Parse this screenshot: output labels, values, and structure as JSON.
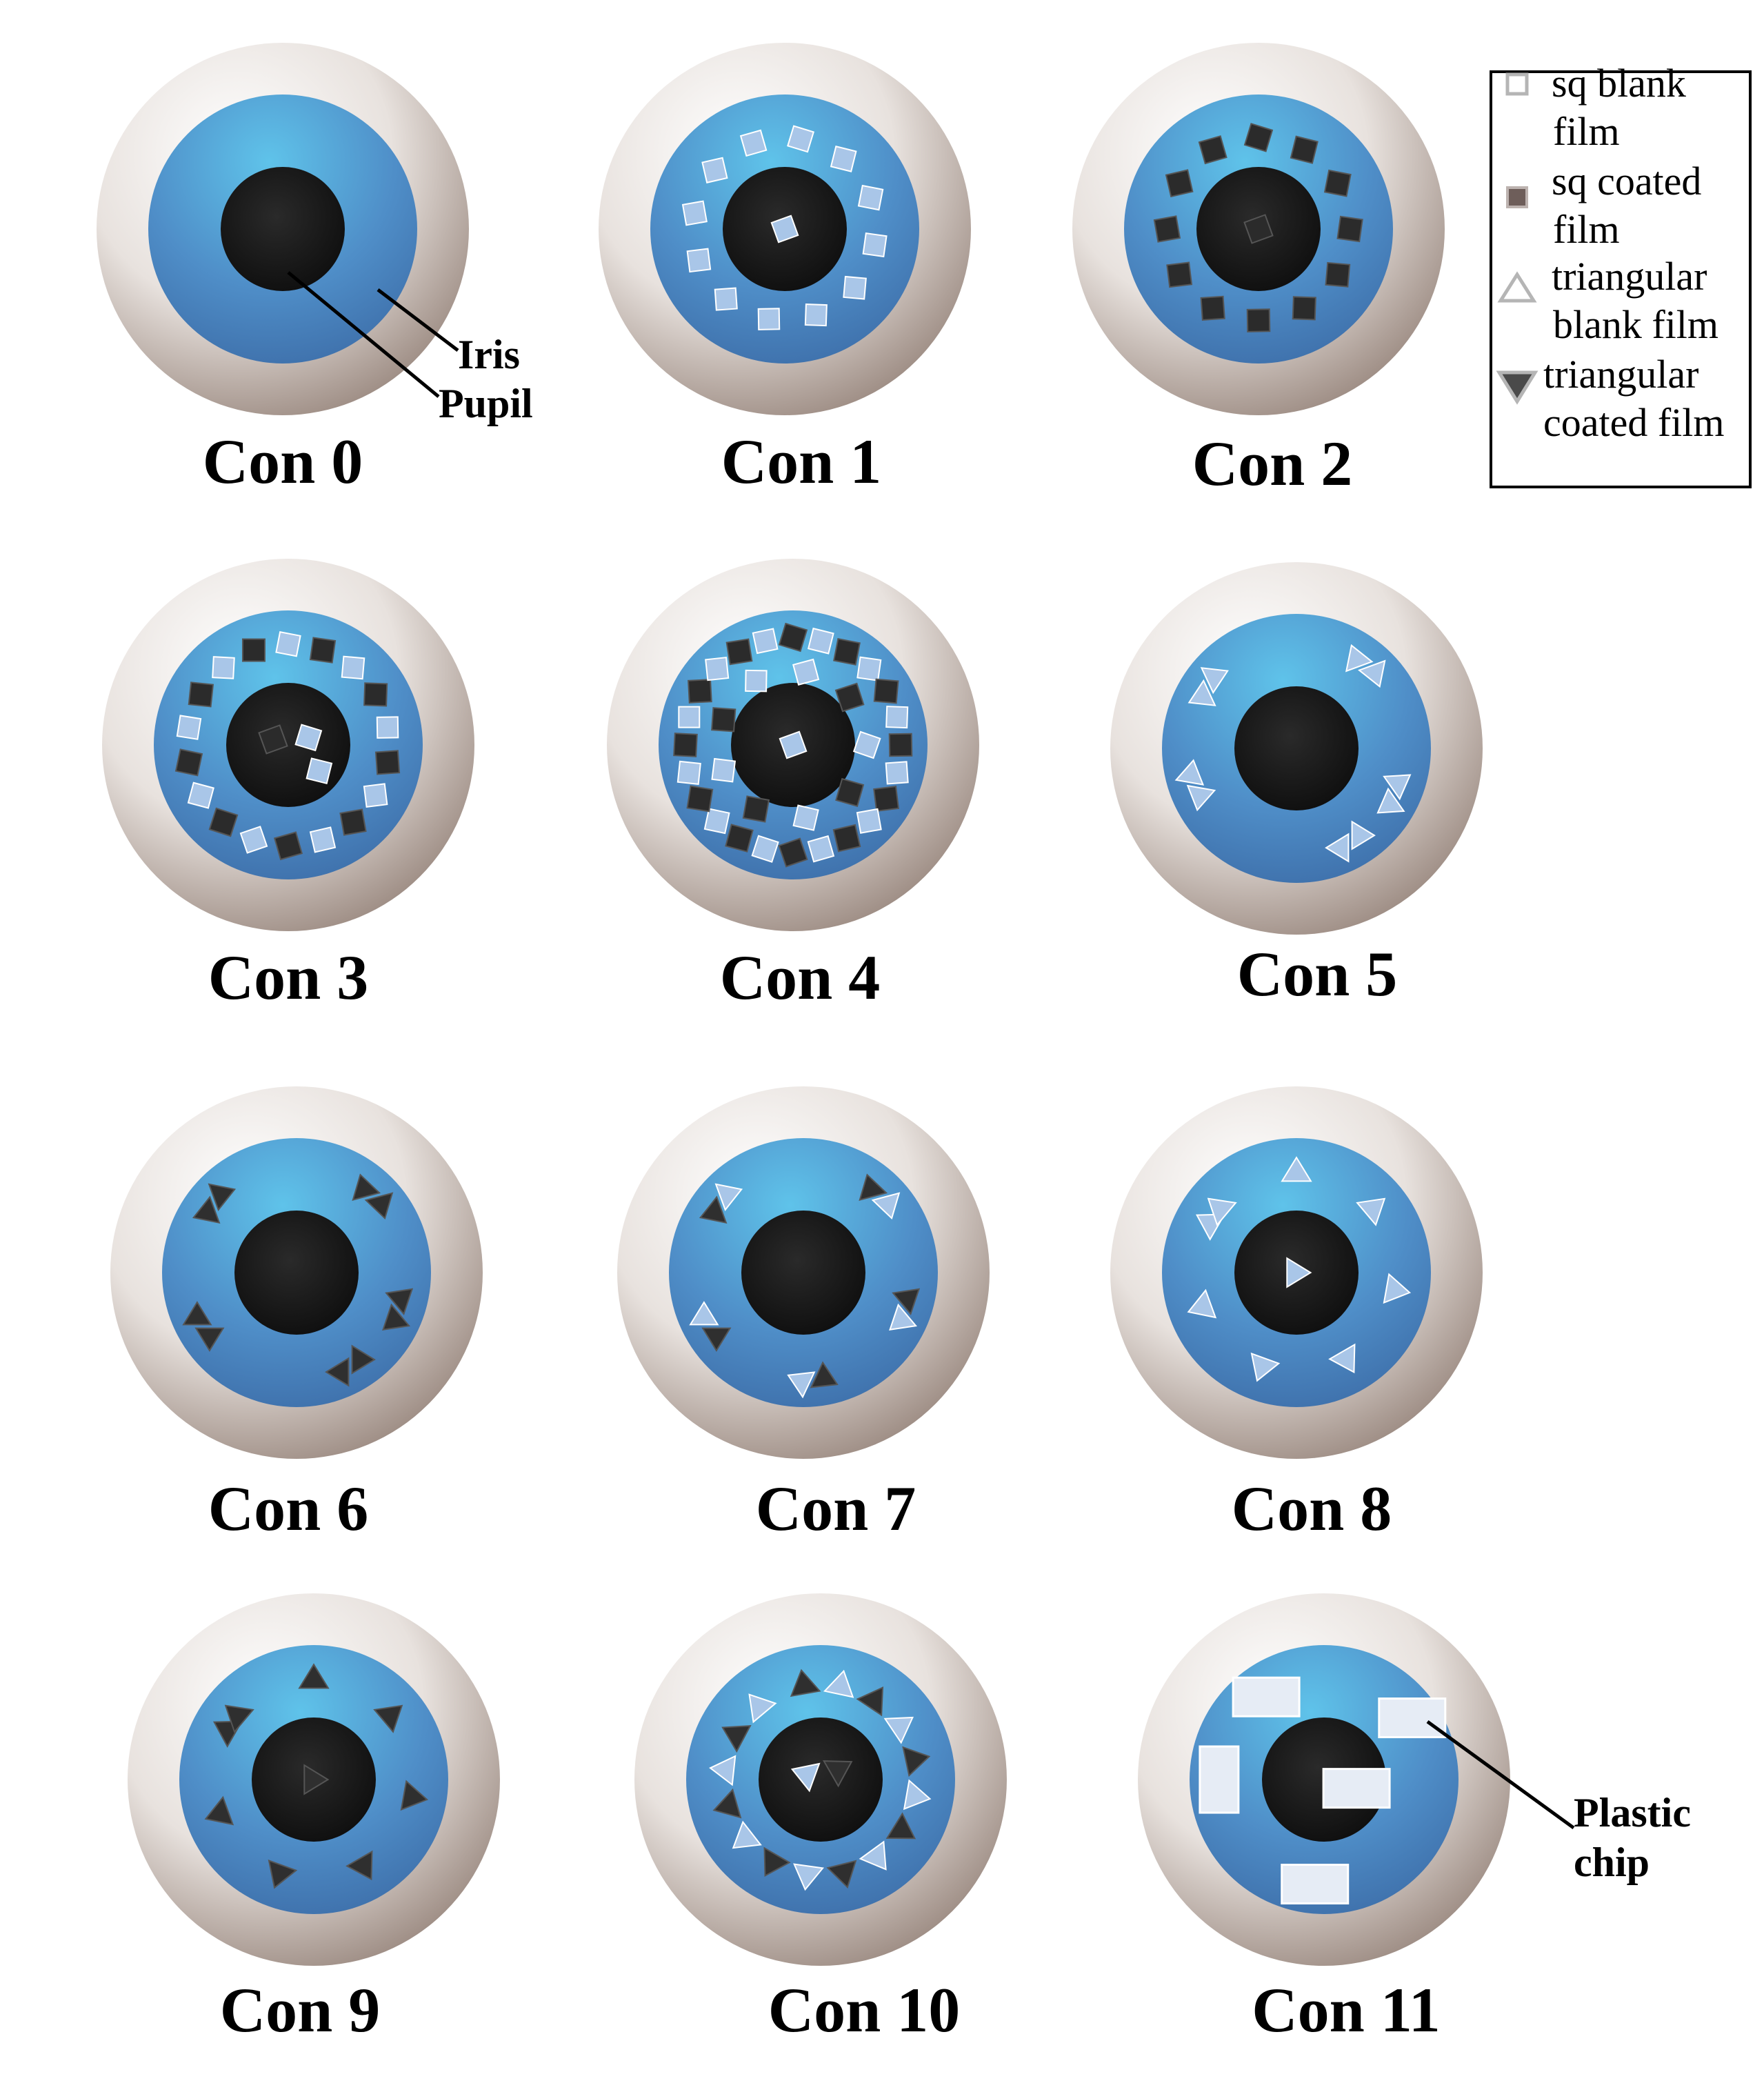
{
  "figure": {
    "eyes": [
      {
        "label": "Con 0",
        "markers": []
      },
      {
        "label": "Con 1",
        "markers": [
          {
            "t": "sq-blank",
            "a": 0,
            "r": 0
          },
          {
            "t": "sq-blank",
            "a": -80,
            "r": 0.68
          },
          {
            "t": "sq-blank",
            "a": -50,
            "r": 0.68
          },
          {
            "t": "sq-blank",
            "a": -20,
            "r": 0.68
          },
          {
            "t": "sq-blank",
            "a": 10,
            "r": 0.68
          },
          {
            "t": "sq-blank",
            "a": 40,
            "r": 0.68
          },
          {
            "t": "sq-blank",
            "a": 70,
            "r": 0.68
          },
          {
            "t": "sq-blank",
            "a": 100,
            "r": 0.68
          },
          {
            "t": "sq-blank",
            "a": 130,
            "r": 0.68
          },
          {
            "t": "sq-blank",
            "a": 160,
            "r": 0.68
          },
          {
            "t": "sq-blank",
            "a": 190,
            "r": 0.68
          },
          {
            "t": "sq-blank",
            "a": 220,
            "r": 0.68
          },
          {
            "t": "sq-blank",
            "a": 250,
            "r": 0.68
          }
        ]
      },
      {
        "label": "Con 2",
        "markers": [
          {
            "t": "sq-coated",
            "a": 0,
            "r": 0
          },
          {
            "t": "sq-coated",
            "a": -90,
            "r": 0.68
          },
          {
            "t": "sq-coated",
            "a": -60,
            "r": 0.68
          },
          {
            "t": "sq-coated",
            "a": -30,
            "r": 0.68
          },
          {
            "t": "sq-coated",
            "a": 0,
            "r": 0.68
          },
          {
            "t": "sq-coated",
            "a": 30,
            "r": 0.68
          },
          {
            "t": "sq-coated",
            "a": 60,
            "r": 0.68
          },
          {
            "t": "sq-coated",
            "a": 90,
            "r": 0.68
          },
          {
            "t": "sq-coated",
            "a": 120,
            "r": 0.68
          },
          {
            "t": "sq-coated",
            "a": 150,
            "r": 0.68
          },
          {
            "t": "sq-coated",
            "a": 180,
            "r": 0.68
          },
          {
            "t": "sq-coated",
            "a": 210,
            "r": 0.68
          },
          {
            "t": "sq-coated",
            "a": 240,
            "r": 0.68
          }
        ]
      },
      {
        "label": "Con 3",
        "markers": [
          {
            "t": "sq-coated",
            "a": 200,
            "r": 0.12
          },
          {
            "t": "sq-blank",
            "a": -20,
            "r": 0.16
          },
          {
            "t": "sq-blank",
            "a": 40,
            "r": 0.3
          },
          {
            "t": "sq-blank",
            "a": -90,
            "r": 0.75
          },
          {
            "t": "sq-coated",
            "a": -70,
            "r": 0.75
          },
          {
            "t": "sq-blank",
            "a": -50,
            "r": 0.75
          },
          {
            "t": "sq-coated",
            "a": -30,
            "r": 0.75
          },
          {
            "t": "sq-blank",
            "a": -10,
            "r": 0.75
          },
          {
            "t": "sq-coated",
            "a": 10,
            "r": 0.75
          },
          {
            "t": "sq-blank",
            "a": 30,
            "r": 0.75
          },
          {
            "t": "sq-coated",
            "a": 50,
            "r": 0.75
          },
          {
            "t": "sq-blank",
            "a": 70,
            "r": 0.75
          },
          {
            "t": "sq-coated",
            "a": 90,
            "r": 0.75
          },
          {
            "t": "sq-blank",
            "a": 110,
            "r": 0.75
          },
          {
            "t": "sq-coated",
            "a": 130,
            "r": 0.75
          },
          {
            "t": "sq-blank",
            "a": 150,
            "r": 0.75
          },
          {
            "t": "sq-coated",
            "a": 170,
            "r": 0.75
          },
          {
            "t": "sq-blank",
            "a": 190,
            "r": 0.75
          },
          {
            "t": "sq-coated",
            "a": 210,
            "r": 0.75
          },
          {
            "t": "sq-blank",
            "a": 230,
            "r": 0.75
          },
          {
            "t": "sq-coated",
            "a": 250,
            "r": 0.75
          }
        ]
      },
      {
        "label": "Con 4",
        "markers": [
          {
            "t": "sq-blank",
            "a": 0,
            "r": 0
          },
          {
            "t": "sq-coated",
            "a": -90,
            "r": 0.8
          },
          {
            "t": "sq-blank",
            "a": -75,
            "r": 0.8
          },
          {
            "t": "sq-coated",
            "a": -60,
            "r": 0.8
          },
          {
            "t": "sq-blank",
            "a": -45,
            "r": 0.8
          },
          {
            "t": "sq-coated",
            "a": -30,
            "r": 0.8
          },
          {
            "t": "sq-blank",
            "a": -15,
            "r": 0.8
          },
          {
            "t": "sq-coated",
            "a": 0,
            "r": 0.8
          },
          {
            "t": "sq-blank",
            "a": 15,
            "r": 0.8
          },
          {
            "t": "sq-coated",
            "a": 30,
            "r": 0.8
          },
          {
            "t": "sq-blank",
            "a": 45,
            "r": 0.8
          },
          {
            "t": "sq-coated",
            "a": 60,
            "r": 0.8
          },
          {
            "t": "sq-blank",
            "a": 75,
            "r": 0.8
          },
          {
            "t": "sq-coated",
            "a": 90,
            "r": 0.8
          },
          {
            "t": "sq-blank",
            "a": 105,
            "r": 0.8
          },
          {
            "t": "sq-coated",
            "a": 120,
            "r": 0.8
          },
          {
            "t": "sq-blank",
            "a": 135,
            "r": 0.8
          },
          {
            "t": "sq-coated",
            "a": 150,
            "r": 0.8
          },
          {
            "t": "sq-blank",
            "a": 165,
            "r": 0.8
          },
          {
            "t": "sq-coated",
            "a": 180,
            "r": 0.8
          },
          {
            "t": "sq-blank",
            "a": 195,
            "r": 0.8
          },
          {
            "t": "sq-coated",
            "a": 210,
            "r": 0.8
          },
          {
            "t": "sq-blank",
            "a": 225,
            "r": 0.8
          },
          {
            "t": "sq-coated",
            "a": 240,
            "r": 0.8
          },
          {
            "t": "sq-blank",
            "a": 255,
            "r": 0.8
          },
          {
            "t": "sq-blank",
            "a": -80,
            "r": 0.55
          },
          {
            "t": "sq-coated",
            "a": -40,
            "r": 0.55
          },
          {
            "t": "sq-blank",
            "a": 0,
            "r": 0.55
          },
          {
            "t": "sq-coated",
            "a": 40,
            "r": 0.55
          },
          {
            "t": "sq-blank",
            "a": 80,
            "r": 0.55
          },
          {
            "t": "sq-coated",
            "a": 120,
            "r": 0.55
          },
          {
            "t": "sq-blank",
            "a": 160,
            "r": 0.55
          },
          {
            "t": "sq-coated",
            "a": 200,
            "r": 0.55
          },
          {
            "t": "sq-blank",
            "a": 240,
            "r": 0.55
          }
        ]
      },
      {
        "label": "Con 5",
        "markers": [
          {
            "t": "tri-blank-pair",
            "a": -145,
            "r": 0.8
          },
          {
            "t": "tri-blank-pair",
            "a": -50,
            "r": 0.8
          },
          {
            "t": "tri-blank-pair",
            "a": 25,
            "r": 0.8
          },
          {
            "t": "tri-blank-pair",
            "a": 60,
            "r": 0.8
          },
          {
            "t": "tri-blank-pair",
            "a": 160,
            "r": 0.8
          }
        ]
      },
      {
        "label": "Con 6",
        "markers": [
          {
            "t": "tri-coated-pair",
            "a": -140,
            "r": 0.8
          },
          {
            "t": "tri-coated-pair",
            "a": -45,
            "r": 0.8
          },
          {
            "t": "tri-coated-pair",
            "a": 20,
            "r": 0.8
          },
          {
            "t": "tri-coated-pair",
            "a": 60,
            "r": 0.8
          },
          {
            "t": "tri-coated-pair",
            "a": 150,
            "r": 0.8
          }
        ]
      },
      {
        "label": "Con 7",
        "markers": [
          {
            "t": "tri-mixed-pair",
            "a": -140,
            "r": 0.8
          },
          {
            "t": "tri-mixed-pair",
            "a": -45,
            "r": 0.8
          },
          {
            "t": "tri-mixed-pair",
            "a": 20,
            "r": 0.8
          },
          {
            "t": "tri-mixed-pair",
            "a": 85,
            "r": 0.8
          },
          {
            "t": "tri-mixed-pair",
            "a": 150,
            "r": 0.8
          }
        ]
      },
      {
        "label": "Con 8",
        "markers": [
          {
            "t": "tri-blank",
            "a": 0,
            "r": 0
          },
          {
            "t": "tri-blank",
            "a": -90,
            "r": 0.75
          },
          {
            "t": "tri-blank",
            "a": -40,
            "r": 0.75
          },
          {
            "t": "tri-blank",
            "a": 10,
            "r": 0.75
          },
          {
            "t": "tri-blank",
            "a": 60,
            "r": 0.75
          },
          {
            "t": "tri-blank",
            "a": 110,
            "r": 0.75
          },
          {
            "t": "tri-blank",
            "a": 160,
            "r": 0.75
          },
          {
            "t": "tri-blank",
            "a": 210,
            "r": 0.75
          },
          {
            "t": "tri-blank",
            "a": -140,
            "r": 0.75
          }
        ]
      },
      {
        "label": "Con 9",
        "markers": [
          {
            "t": "tri-coated",
            "a": 0,
            "r": 0
          },
          {
            "t": "tri-coated",
            "a": -90,
            "r": 0.75
          },
          {
            "t": "tri-coated",
            "a": -40,
            "r": 0.75
          },
          {
            "t": "tri-coated",
            "a": 10,
            "r": 0.75
          },
          {
            "t": "tri-coated",
            "a": 60,
            "r": 0.75
          },
          {
            "t": "tri-coated",
            "a": 110,
            "r": 0.75
          },
          {
            "t": "tri-coated",
            "a": 160,
            "r": 0.75
          },
          {
            "t": "tri-coated",
            "a": 210,
            "r": 0.75
          },
          {
            "t": "tri-coated",
            "a": -140,
            "r": 0.75
          }
        ]
      },
      {
        "label": "Con 10",
        "markers": [
          {
            "t": "tri-blank",
            "a": 200,
            "r": 0.12
          },
          {
            "t": "tri-coated",
            "a": -30,
            "r": 0.16
          },
          {
            "t": "tri-coated",
            "a": -100,
            "r": 0.72
          },
          {
            "t": "tri-blank",
            "a": -78,
            "r": 0.72
          },
          {
            "t": "tri-coated",
            "a": -56,
            "r": 0.72
          },
          {
            "t": "tri-blank",
            "a": -34,
            "r": 0.72
          },
          {
            "t": "tri-coated",
            "a": -12,
            "r": 0.72
          },
          {
            "t": "tri-blank",
            "a": 10,
            "r": 0.72
          },
          {
            "t": "tri-coated",
            "a": 32,
            "r": 0.72
          },
          {
            "t": "tri-blank",
            "a": 54,
            "r": 0.72
          },
          {
            "t": "tri-coated",
            "a": 76,
            "r": 0.72
          },
          {
            "t": "tri-blank",
            "a": 98,
            "r": 0.72
          },
          {
            "t": "tri-coated",
            "a": 120,
            "r": 0.72
          },
          {
            "t": "tri-blank",
            "a": 142,
            "r": 0.72
          },
          {
            "t": "tri-coated",
            "a": 164,
            "r": 0.72
          },
          {
            "t": "tri-blank",
            "a": 186,
            "r": 0.72
          },
          {
            "t": "tri-coated",
            "a": 208,
            "r": 0.72
          },
          {
            "t": "tri-blank",
            "a": 230,
            "r": 0.72
          }
        ]
      },
      {
        "label": "Con 11",
        "markers": [
          {
            "t": "chip",
            "a": -125,
            "r": 0.75
          },
          {
            "t": "chip",
            "a": -35,
            "r": 0.8
          },
          {
            "t": "chip",
            "a": 15,
            "r": 0.25
          },
          {
            "t": "chip-v",
            "a": 180,
            "r": 0.78
          },
          {
            "t": "chip",
            "a": 95,
            "r": 0.78
          }
        ]
      }
    ],
    "callouts": {
      "iris": "Iris",
      "pupil": "Pupil",
      "plastic_chip_line1": "Plastic",
      "plastic_chip_line2": "chip"
    },
    "legend": [
      {
        "symbol": "sq-blank",
        "line1": "sq blank",
        "line2": "film"
      },
      {
        "symbol": "sq-coated",
        "line1": "sq coated",
        "line2": "film"
      },
      {
        "symbol": "tri-blank",
        "line1": "triangular",
        "line2": "blank film"
      },
      {
        "symbol": "tri-coated",
        "line1": "triangular",
        "line2": "coated film"
      }
    ],
    "colors": {
      "sclera_light": "#ffffff",
      "sclera_dark": "#a09087",
      "iris_light": "#5fc1e6",
      "iris_mid": "#4f8fc7",
      "iris_dark": "#3a6fa8",
      "pupil": "#111111",
      "sq_blank": "#a9c6e8",
      "sq_coated": "#2b2b2b",
      "tri_blank": "#a9c6e8",
      "tri_coated": "#2f2f2f",
      "chip": "#e6ecf5"
    }
  }
}
